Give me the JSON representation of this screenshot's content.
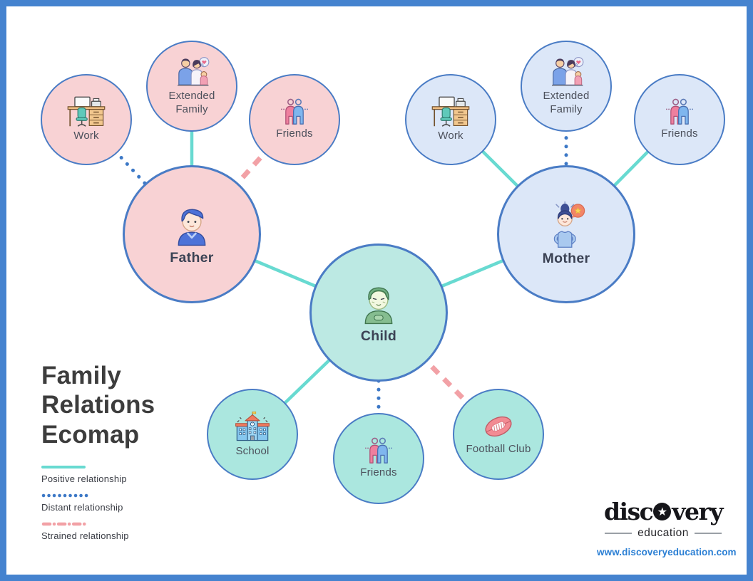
{
  "title": {
    "text": "Family\nRelations\nEcomap"
  },
  "legend": {
    "items": [
      {
        "label": "Positive relationship",
        "style": "solid",
        "color": "#68dad1"
      },
      {
        "label": "Distant relationship",
        "style": "dotted",
        "color": "#3c78c6"
      },
      {
        "label": "Strained relationship",
        "style": "dash-dot",
        "color": "#f2a1a6"
      }
    ]
  },
  "nodes": {
    "father": {
      "label": "Father",
      "icon": "man-icon",
      "fill": "#f8d2d4"
    },
    "mother": {
      "label": "Mother",
      "icon": "woman-icon",
      "fill": "#dce7f8"
    },
    "child": {
      "label": "Child",
      "icon": "boy-icon",
      "fill": "#bce9e3"
    },
    "father_work": {
      "label": "Work",
      "icon": "desk-icon",
      "fill": "#f8d2d4"
    },
    "father_extended_family": {
      "label": "Extended Family",
      "icon": "family-icon",
      "fill": "#f8d2d4"
    },
    "father_friends": {
      "label": "Friends",
      "icon": "friends-icon",
      "fill": "#f8d2d4"
    },
    "mother_work": {
      "label": "Work",
      "icon": "desk-icon",
      "fill": "#dce7f8"
    },
    "mother_extended_family": {
      "label": "Extended Family",
      "icon": "family-icon",
      "fill": "#dce7f8"
    },
    "mother_friends": {
      "label": "Friends",
      "icon": "friends-icon",
      "fill": "#dce7f8"
    },
    "school": {
      "label": "School",
      "icon": "school-icon",
      "fill": "#abe7df"
    },
    "child_friends": {
      "label": "Friends",
      "icon": "friends-icon",
      "fill": "#abe7df"
    },
    "football_club": {
      "label": "Football Club",
      "icon": "football-icon",
      "fill": "#abe7df"
    }
  },
  "connections": [
    {
      "from": "father_work",
      "to": "father",
      "type": "distant"
    },
    {
      "from": "father_extended_family",
      "to": "father",
      "type": "positive"
    },
    {
      "from": "father_friends",
      "to": "father",
      "type": "strained"
    },
    {
      "from": "father",
      "to": "child",
      "type": "positive"
    },
    {
      "from": "mother_work",
      "to": "mother",
      "type": "positive"
    },
    {
      "from": "mother_extended_family",
      "to": "mother",
      "type": "distant"
    },
    {
      "from": "mother_friends",
      "to": "mother",
      "type": "positive"
    },
    {
      "from": "mother",
      "to": "child",
      "type": "positive"
    },
    {
      "from": "school",
      "to": "child",
      "type": "positive"
    },
    {
      "from": "child_friends",
      "to": "child",
      "type": "distant"
    },
    {
      "from": "football_club",
      "to": "child",
      "type": "strained"
    }
  ],
  "colors": {
    "frame_border": "#4583cf",
    "circle_border": "#4a7cc5",
    "pink_fill": "#f8d2d4",
    "blue_fill": "#dce7f8",
    "teal_fill": "#abe7df"
  },
  "footer": {
    "logo_left": "disc",
    "logo_star": "★",
    "logo_right": "very",
    "logo_sub": "education",
    "url": "www.discoveryeducation.com"
  }
}
